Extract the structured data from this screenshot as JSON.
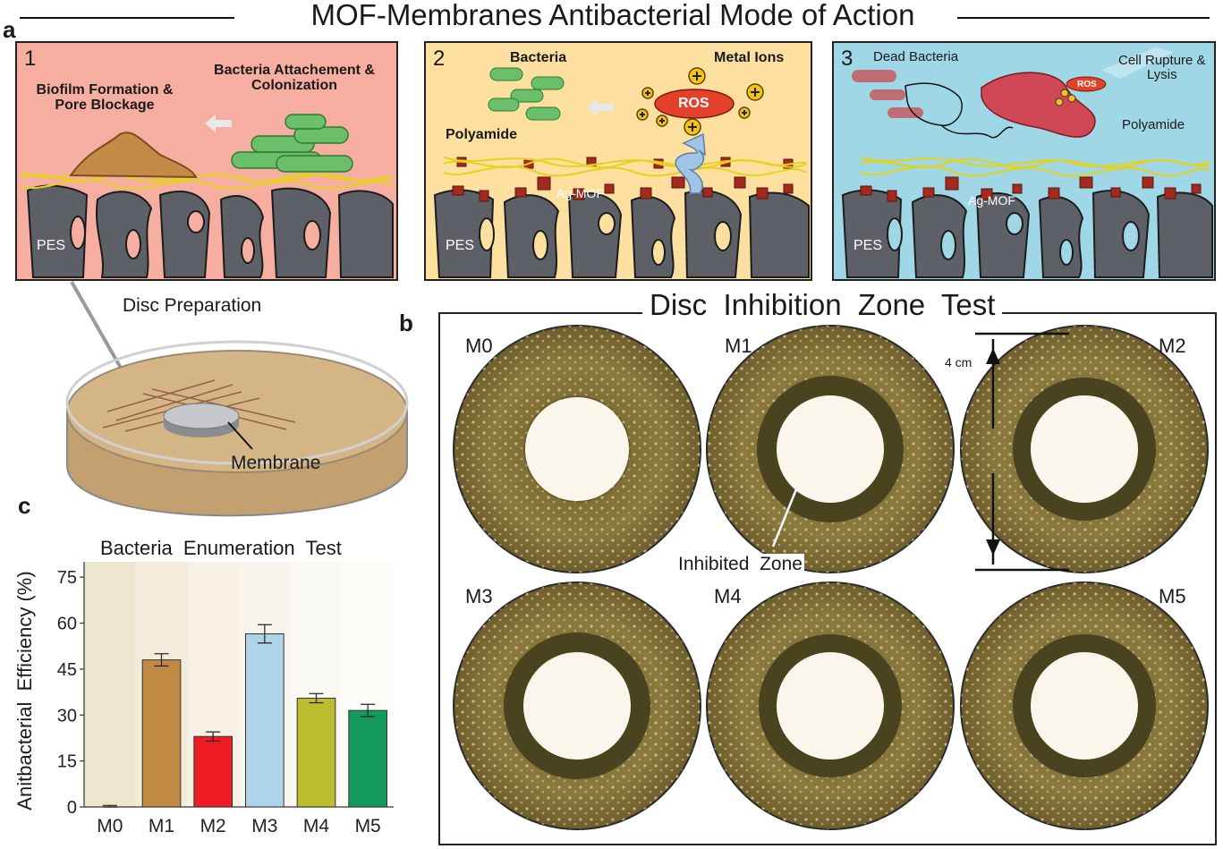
{
  "title": "MOF-Membranes Antibacterial Mode of Action",
  "panel_letters": {
    "a": "a",
    "b": "b",
    "c": "c"
  },
  "panel_a": {
    "steps": [
      {
        "number": "1",
        "labels": {
          "biofilm": "Biofilm Formation &\nPore Blockage",
          "attach": "Bacteria Attachement &\nColonization",
          "pes": "PES"
        }
      },
      {
        "number": "2",
        "labels": {
          "bacteria": "Bacteria",
          "metal_ions": "Metal Ions",
          "ros": "ROS",
          "polyamide": "Polyamide",
          "agmof": "Ag-MOF",
          "pes": "PES"
        }
      },
      {
        "number": "3",
        "labels": {
          "dead": "Dead Bacteria",
          "rupture": "Cell Rupture &\nLysis",
          "ros": "ROS",
          "polyamide": "Polyamide",
          "agmof": "Ag-MOF",
          "pes": "PES"
        }
      }
    ],
    "colors": {
      "panel1": "#f6aea0",
      "panel2": "#fddf9f",
      "panel3": "#9fd7e6",
      "pes": "#5d6066",
      "mof": "#a52a1e"
    }
  },
  "disc_prep": {
    "title": "Disc Preparation",
    "membrane": "Membrane"
  },
  "panel_b": {
    "title": "Disc  Inhibition  Zone  Test",
    "plates": [
      "M0",
      "M1",
      "M2",
      "M3",
      "M4",
      "M5"
    ],
    "scale": "4 cm",
    "inhibited": "Inhibited  Zone"
  },
  "chart_data": {
    "type": "bar",
    "title": "Bacteria  Enumeration  Test",
    "ylabel": "Anitbacterial  Efficiency (%)",
    "xlabel": "",
    "categories": [
      "M0",
      "M1",
      "M2",
      "M3",
      "M4",
      "M5"
    ],
    "values": [
      0,
      48,
      23,
      56.5,
      35.5,
      31.5
    ],
    "errors": [
      0.5,
      2,
      1.5,
      3,
      1.5,
      2
    ],
    "colors": [
      "#e8dfc0",
      "#c08a45",
      "#ee1c25",
      "#aed4ea",
      "#bcbd2e",
      "#149b5b"
    ],
    "ylim": [
      0,
      80
    ],
    "yticks": [
      0,
      15,
      30,
      45,
      60,
      75
    ],
    "grid": false
  }
}
